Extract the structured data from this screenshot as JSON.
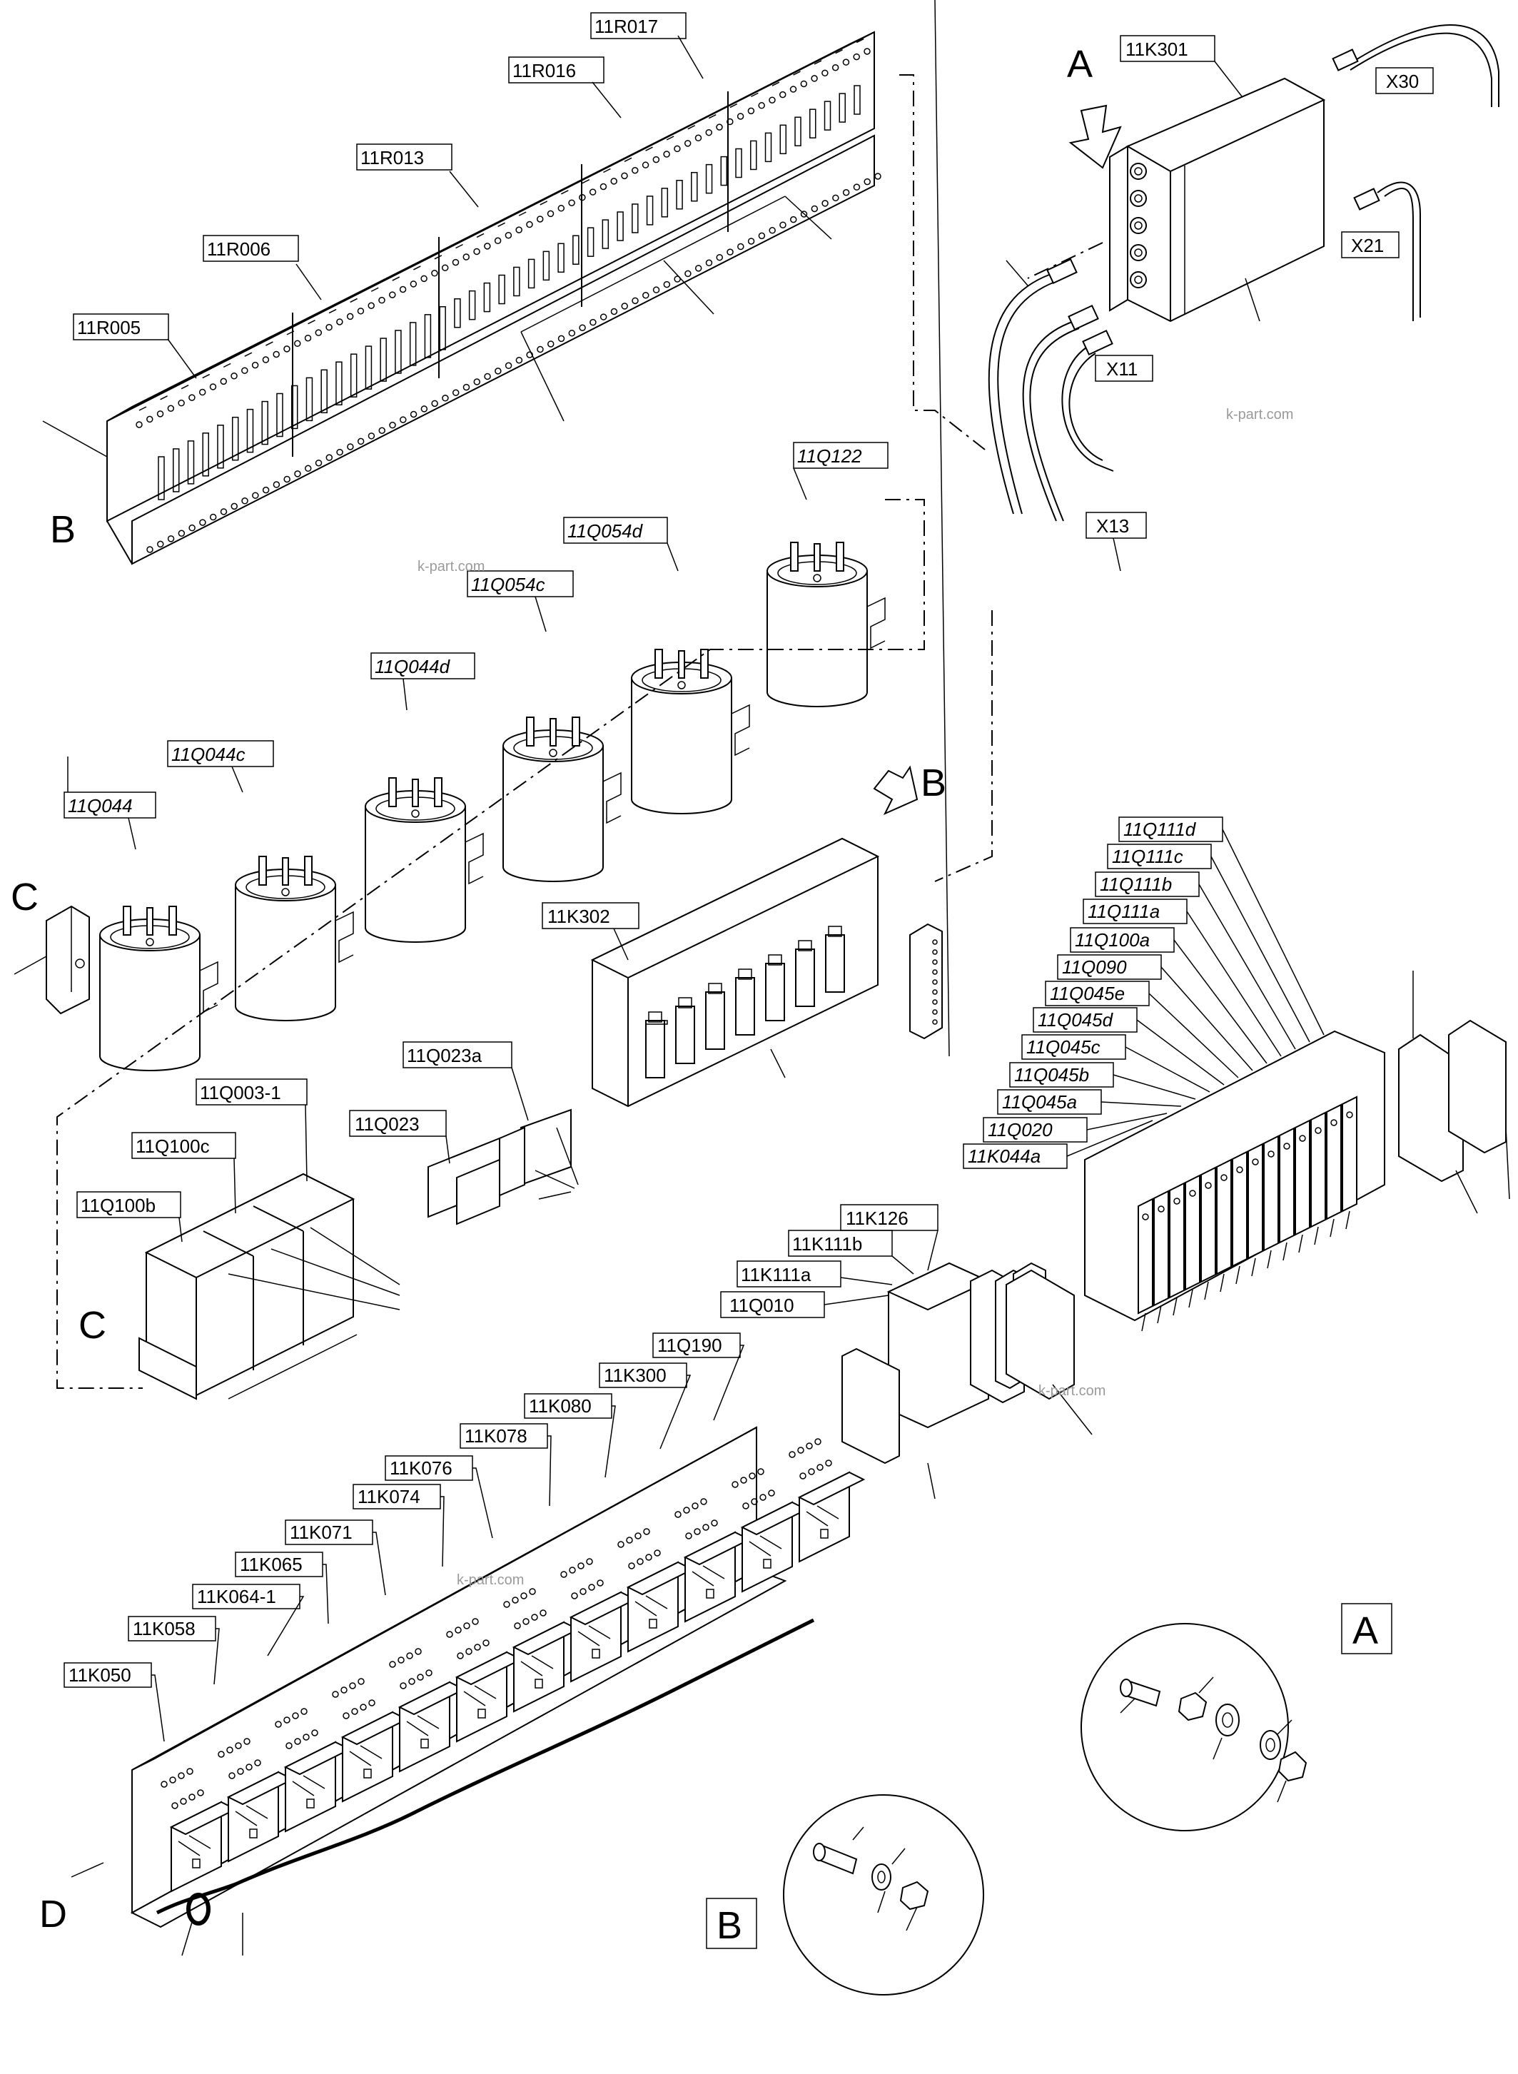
{
  "title": "",
  "watermark": "k-part.com",
  "view_letters": {
    "a": "A",
    "b": "B",
    "c": "C",
    "d": "D",
    "detail_a": "A",
    "detail_b": "B"
  },
  "labels_resistor_strips": [
    "11R005",
    "11R006",
    "11R013",
    "11R016",
    "11R017"
  ],
  "labels_diodes": [
    "11Q044",
    "11Q044c",
    "11Q044d",
    "11Q054c",
    "11Q054d",
    "11Q122"
  ],
  "labels_module_a": [
    "11K301"
  ],
  "labels_connectors": [
    "X30",
    "X21",
    "X11",
    "X13"
  ],
  "labels_board": [
    "11K302"
  ],
  "labels_small_relays": [
    "11Q023a",
    "11Q023"
  ],
  "labels_block_c": [
    "11Q003-1",
    "11Q100c",
    "11Q100b"
  ],
  "labels_terminal_stack": [
    "11Q111d",
    "11Q111c",
    "11Q111b",
    "11Q111a",
    "11Q100a",
    "11Q090",
    "11Q045e",
    "11Q045d",
    "11Q045c",
    "11Q045b",
    "11Q045a",
    "11Q020",
    "11K044a"
  ],
  "labels_small_stack": [
    "11K126",
    "11K111b",
    "11K111a",
    "11Q010"
  ],
  "labels_relay_row": [
    "11Q190",
    "11K300",
    "11K080",
    "11K078",
    "11K076",
    "11K074",
    "11K071",
    "11K065",
    "11K064-1",
    "11K058",
    "11K050"
  ]
}
